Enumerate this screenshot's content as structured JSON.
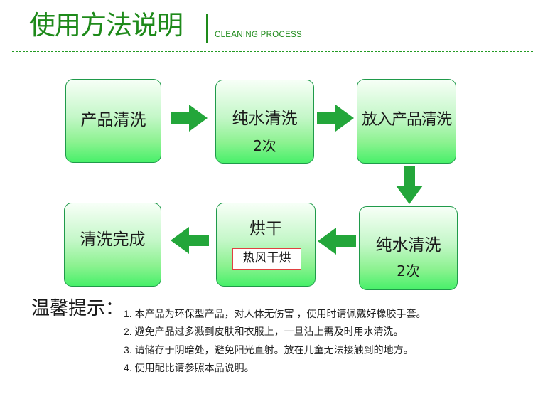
{
  "header": {
    "title": "使用方法说明",
    "subtitle": "CLEANING PROCESS"
  },
  "colors": {
    "accent_green": "#1e8a1a",
    "arrow_green": "#23a63a",
    "box_border": "#1f9a4a",
    "tag_border": "#e04040"
  },
  "steps": [
    {
      "label": "产品清洗",
      "sub": ""
    },
    {
      "label": "纯水清洗",
      "sub": "2次"
    },
    {
      "label": "放入产品清洗",
      "sub": ""
    },
    {
      "label": "纯水清洗",
      "sub": "2次"
    },
    {
      "label": "烘干",
      "tag": "热风干烘"
    },
    {
      "label": "清洗完成",
      "sub": ""
    }
  ],
  "arrows": [
    {
      "from": "产品清洗",
      "to": "纯水清洗",
      "direction": "right-arrow"
    },
    {
      "from": "纯水清洗",
      "to": "放入产品清洗",
      "direction": "right-arrow"
    },
    {
      "from": "放入产品清洗",
      "to": "纯水清洗",
      "direction": "down-arrow"
    },
    {
      "from": "纯水清洗",
      "to": "烘干",
      "direction": "left-arrow"
    },
    {
      "from": "烘干",
      "to": "清洗完成",
      "direction": "left-arrow"
    }
  ],
  "tips": {
    "label": "温馨提示：",
    "items": [
      "1. 本产品为环保型产品，对人体无伤害 ，使用时请佩戴好橡胶手套。",
      "2.  避免产品过多溅到皮肤和衣服上，一旦沾上需及时用水清洗。",
      "3.  请储存于阴暗处，避免阳光直射。放在儿童无法接触到的地方。",
      "4. 使用配比请参照本品说明。"
    ]
  }
}
